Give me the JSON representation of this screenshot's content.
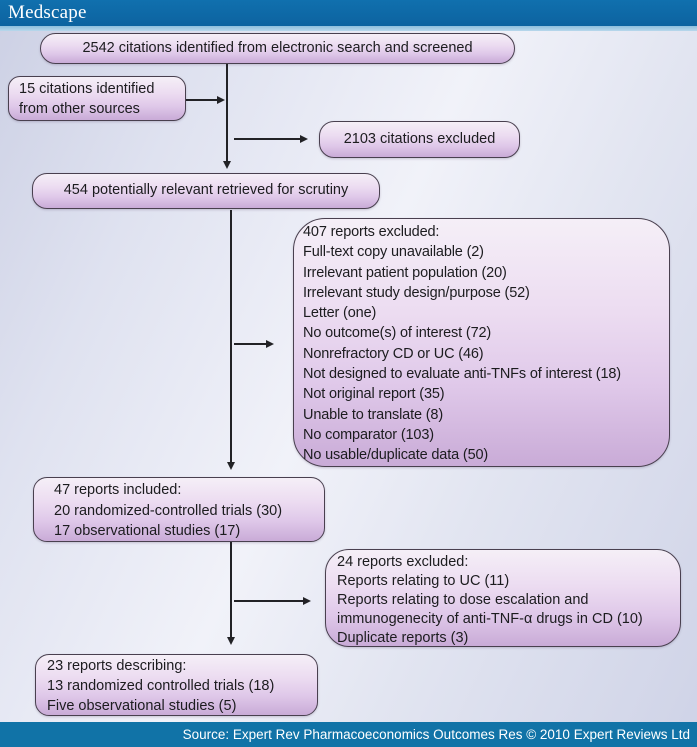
{
  "header": {
    "brand": "Medscape"
  },
  "footer": {
    "source": "Source: Expert Rev Pharmacoeconomics Outcomes Res © 2010 Expert Reviews Ltd"
  },
  "colors": {
    "header_bar": "#0d63a0",
    "accent_stripe": "#9cc5e2",
    "footer_bar": "#1173a7",
    "background": "#dfe2f0",
    "box_border": "#49404f",
    "box_fill_top": "#f5eff7",
    "box_fill_bottom": "#c9abd7",
    "text": "#1c1c1f"
  },
  "diagram": {
    "type": "flowchart",
    "boxes": {
      "screened": {
        "lines": [
          "2542 citations identified from electronic search and screened"
        ]
      },
      "other_sources": {
        "lines": [
          "15 citations identified",
          "from other sources"
        ]
      },
      "citations_excluded": {
        "lines": [
          "2103 citations excluded"
        ]
      },
      "retrieved": {
        "lines": [
          "454 potentially relevant retrieved for scrutiny"
        ]
      },
      "reports_excluded_407": {
        "lines": [
          "407 reports excluded:",
          "Full-text copy unavailable (2)",
          "Irrelevant patient population (20)",
          "Irrelevant study design/purpose (52)",
          "Letter (one)",
          "No outcome(s) of interest (72)",
          "Nonrefractory CD or UC (46)",
          "Not designed to evaluate anti-TNFs of interest (18)",
          "Not original report (35)",
          "Unable to translate (8)",
          "No comparator (103)",
          "No usable/duplicate data (50)"
        ]
      },
      "reports_included_47": {
        "lines": [
          "47 reports included:",
          "20 randomized-controlled trials (30)",
          "17 observational studies (17)"
        ]
      },
      "reports_excluded_24": {
        "lines": [
          "24 reports excluded:",
          "Reports relating to UC (11)",
          "Reports relating to dose escalation and",
          "immunogenecity of anti-TNF-α drugs in CD (10)",
          "Duplicate reports (3)"
        ]
      },
      "reports_describing_23": {
        "lines": [
          "23 reports describing:",
          "13 randomized controlled trials (18)",
          "Five observational studies (5)"
        ]
      }
    },
    "connections": [
      {
        "from": "screened",
        "to": "retrieved"
      },
      {
        "from": "other_sources",
        "to": "retrieved"
      },
      {
        "from": "screened",
        "to": "citations_excluded"
      },
      {
        "from": "retrieved",
        "to": "reports_included_47"
      },
      {
        "from": "retrieved",
        "to": "reports_excluded_407"
      },
      {
        "from": "reports_included_47",
        "to": "reports_describing_23"
      },
      {
        "from": "reports_included_47",
        "to": "reports_excluded_24"
      }
    ]
  }
}
